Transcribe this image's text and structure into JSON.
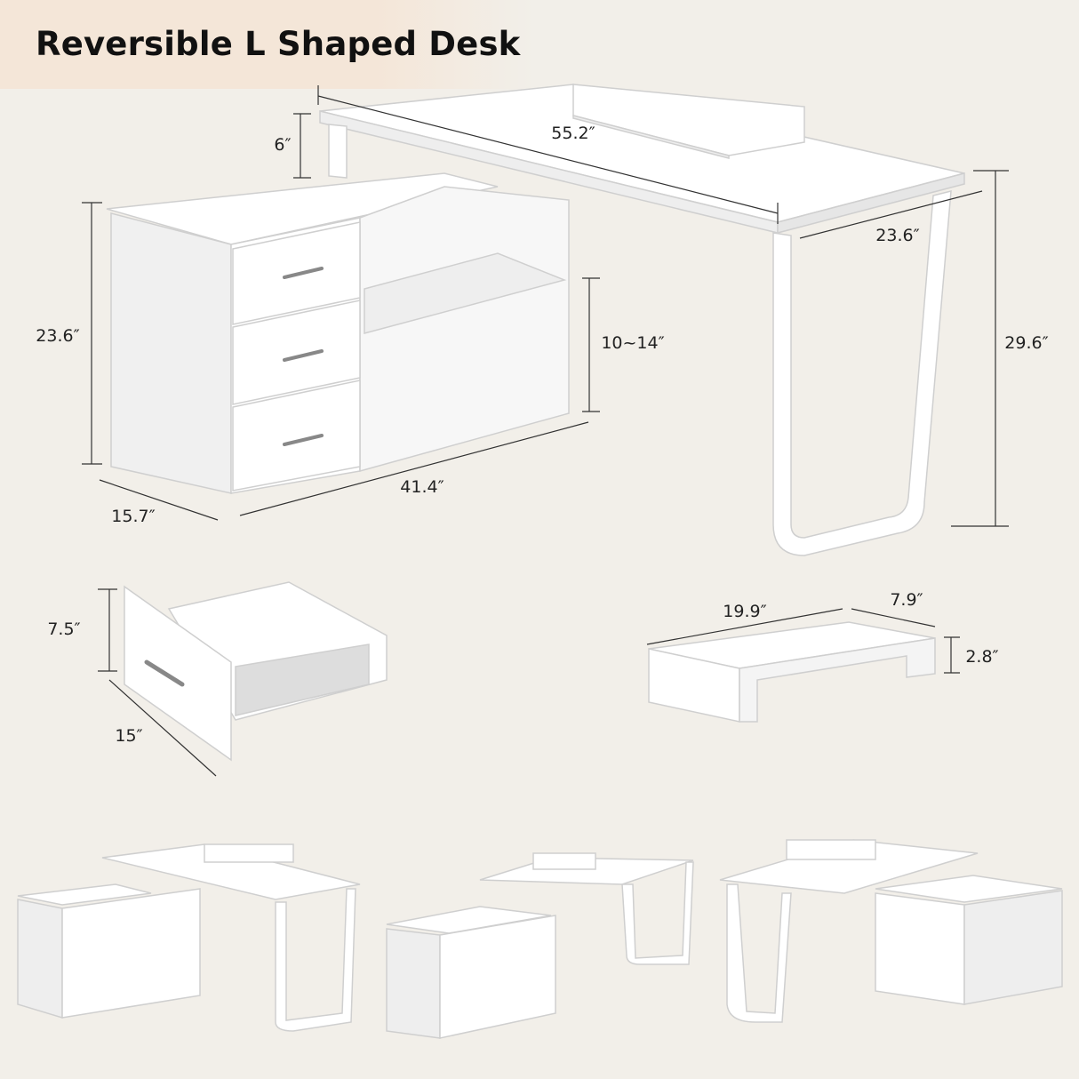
{
  "title": "Reversible L Shaped Desk",
  "dimensions": {
    "riser_height": "6″",
    "desk_length": "55.2″",
    "desk_depth": "23.6″",
    "cabinet_height": "23.6″",
    "shelf_adjust": "10~14″",
    "desk_height": "29.6″",
    "cabinet_depth": "15.7″",
    "cabinet_length": "41.4″",
    "drawer_height": "7.5″",
    "drawer_depth": "15″",
    "riser_length": "19.9″",
    "riser_depth": "7.9″",
    "riser_thickness": "2.8″"
  },
  "colors": {
    "background": "#f2efe9",
    "banner": "#f4e6d8",
    "desk": "#ffffff",
    "outline": "#c9c9c9"
  }
}
